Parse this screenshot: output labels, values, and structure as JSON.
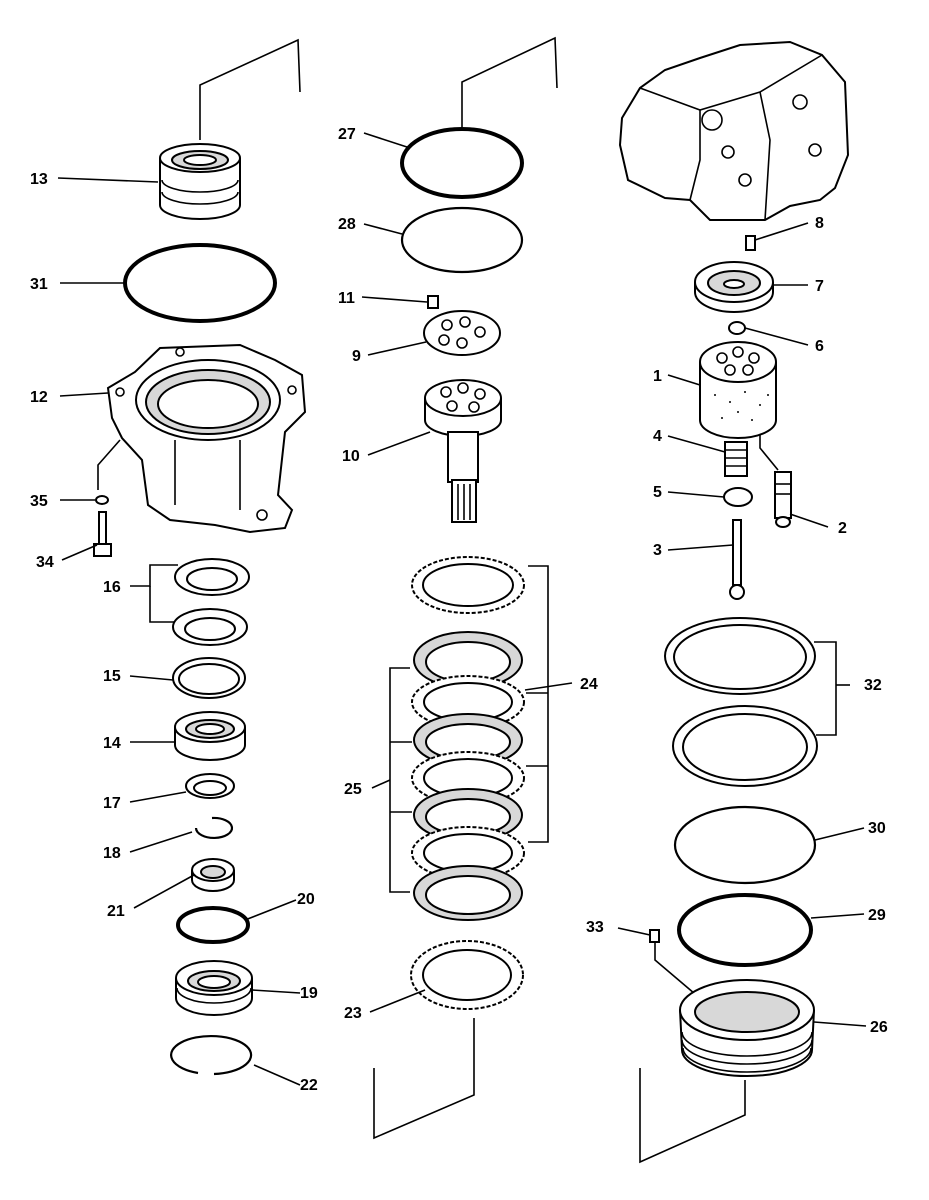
{
  "labels": {
    "p1": "1",
    "p2": "2",
    "p3": "3",
    "p4": "4",
    "p5": "5",
    "p6": "6",
    "p7": "7",
    "p8": "8",
    "p9": "9",
    "p10": "10",
    "p11": "11",
    "p12": "12",
    "p13": "13",
    "p14": "14",
    "p15": "15",
    "p16": "16",
    "p17": "17",
    "p18": "18",
    "p19": "19",
    "p20": "20",
    "p21": "21",
    "p22": "22",
    "p23": "23",
    "p24": "24",
    "p25": "25",
    "p26": "26",
    "p27": "27",
    "p28": "28",
    "p29": "29",
    "p30": "30",
    "p31": "31",
    "p32": "32",
    "p33": "33",
    "p34": "34",
    "p35": "35"
  },
  "colors": {
    "ink": "#000000",
    "paper": "#ffffff"
  }
}
